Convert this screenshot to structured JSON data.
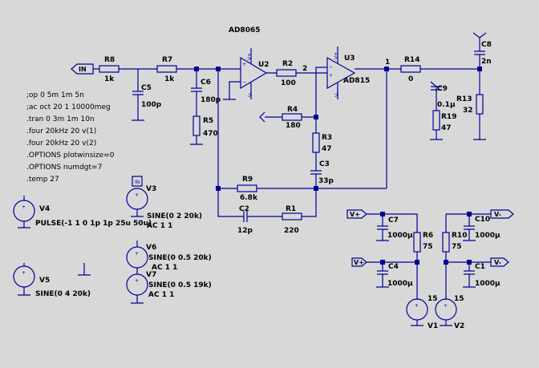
{
  "opamps": {
    "u2_part": "AD8065",
    "u2_ref": "U2",
    "u3_part": "AD815",
    "u3_ref": "U3",
    "supply_pos": "V+",
    "supply_neg": "V-"
  },
  "resistors": {
    "r8": {
      "ref": "R8",
      "value": "1k"
    },
    "r7": {
      "ref": "R7",
      "value": "1k"
    },
    "r2": {
      "ref": "R2",
      "value": "100"
    },
    "r14": {
      "ref": "R14",
      "value": "0"
    },
    "r4": {
      "ref": "R4",
      "value": "180"
    },
    "r5": {
      "ref": "R5",
      "value": "470"
    },
    "r3": {
      "ref": "R3",
      "value": "47"
    },
    "r9": {
      "ref": "R9",
      "value": "6.8k"
    },
    "r1": {
      "ref": "R1",
      "value": "220"
    },
    "r19": {
      "ref": "R19",
      "value": "47"
    },
    "r13": {
      "ref": "R13",
      "value": "32"
    },
    "r6": {
      "ref": "R6",
      "value": "75"
    },
    "r10": {
      "ref": "R10",
      "value": "75"
    }
  },
  "capacitors": {
    "c5": {
      "ref": "C5",
      "value": "100p"
    },
    "c6": {
      "ref": "C6",
      "value": "180p"
    },
    "c3": {
      "ref": "C3",
      "value": "33p"
    },
    "c2": {
      "ref": "C2",
      "value": "12p"
    },
    "c8": {
      "ref": "C8",
      "value": "2n"
    },
    "c9": {
      "ref": "C9",
      "value": "0.1µ"
    },
    "c7": {
      "ref": "C7",
      "value": "1000µ"
    },
    "c4": {
      "ref": "C4",
      "value": "1000µ"
    },
    "c10": {
      "ref": "C10",
      "value": "1000µ"
    },
    "c1": {
      "ref": "C1",
      "value": "1000µ"
    }
  },
  "sources": {
    "v4": {
      "ref": "V4",
      "value": "PULSE(-1 1 0 1p 1p 25u 50u)"
    },
    "v3": {
      "ref": "V3",
      "value": "SINE(0 2 20k)",
      "ac": "AC 1 1"
    },
    "v5": {
      "ref": "V5",
      "value": "SINE(0 4 20k)"
    },
    "v6": {
      "ref": "V6",
      "value": "SINE(0 0.5 20k)",
      "ac": "AC 1 1"
    },
    "v7": {
      "ref": "V7",
      "value": "SINE(0 0.5 19k)",
      "ac": "AC 1 1"
    },
    "v1": {
      "ref": "V1",
      "value": "15"
    },
    "v2": {
      "ref": "V2",
      "value": "15"
    }
  },
  "nets": {
    "input": "IN",
    "node1": "1",
    "node2": "2"
  },
  "directives": [
    ";op 0 5m 1m 5n",
    ";ac oct 20 1 10000meg",
    ".tran 0 3m 1m 10n",
    ".four 20kHz 20 v(1)",
    ".four 20kHz 20 v(2)",
    ".OPTIONS plotwinsize=0",
    ".OPTIONS numdgt=7",
    ".temp 27"
  ]
}
